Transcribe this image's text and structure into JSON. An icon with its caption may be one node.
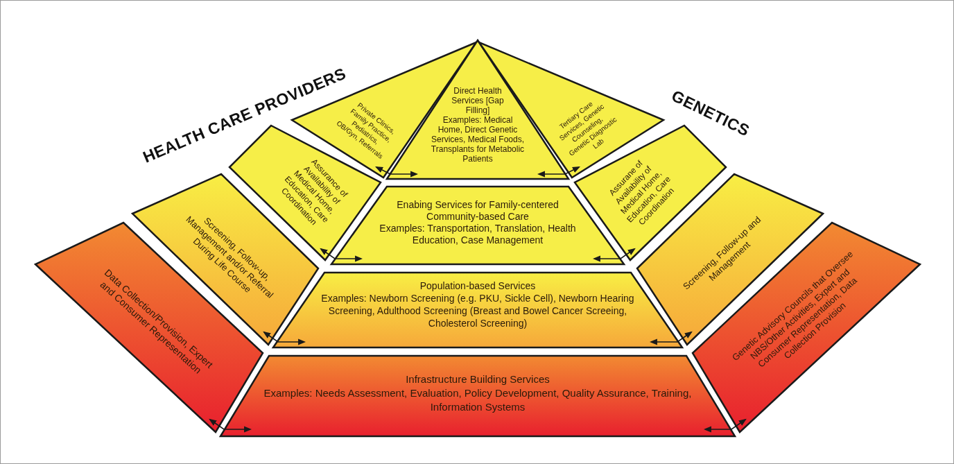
{
  "diagram": {
    "nodes": [
      {
        "text": [
          "Private Clinics, Family Practice, Pediatrics, OB/Gyn, Referrals"
        ]
      },
      {
        "text": [
          "Direct Health Services [Gap Filling]",
          "Examples: Medical Home, Direct Genetic Services, Medical Foods, Transplants for Metabolic Patients"
        ]
      },
      {
        "text": [
          "Tertiary Care Services, Genetic Counseling, Genetic Diagnostic Lab"
        ]
      },
      {
        "text": [
          "Assurance of Availability of Medical Home, Education, Care Coordination"
        ]
      },
      {
        "text": [
          "Enabing Services for Family-centered Community-based Care",
          "Examples: Transportation, Translation, Health Education, Case Management"
        ]
      },
      {
        "text": [
          "Assurane of Availability of Medical Home, Education, Care Coordination"
        ]
      },
      {
        "text": [
          "Screening, Follow-up, Management and/or Referral During Life Course"
        ]
      },
      {
        "text": [
          "Population-based Services",
          "Examples: Newborn Screening (e.g. PKU, Sickle Cell), Newborn Hearing Screening, Adulthood Screening (Breast and Bowel Cancer Screeing, Cholesterol Screening)"
        ]
      },
      {
        "text": [
          "Screening, Follow-up and Management"
        ]
      },
      {
        "text": [
          "Data Collection/Provision, Expert and Consumer Representation"
        ]
      },
      {
        "text": [
          "Infrastructure Building Services",
          "Examples: Needs Assessment, Evaluation, Policy Development, Quality Assurance, Training, Information Systems"
        ]
      },
      {
        "text": [
          "Genetic Advisory Councils that Oversee NBS/Other Activities, Expert and Consumer Representation, Data Collection Provision"
        ]
      }
    ],
    "edges": [
      {
        "from": 0,
        "to": 1,
        "arrow": "both"
      },
      {
        "from": 1,
        "to": 2,
        "arrow": "both"
      },
      {
        "from": 3,
        "to": 4,
        "arrow": "both"
      },
      {
        "from": 4,
        "to": 5,
        "arrow": "both"
      },
      {
        "from": 6,
        "to": 7,
        "arrow": "both"
      },
      {
        "from": 7,
        "to": 8,
        "arrow": "both"
      },
      {
        "from": 9,
        "to": 10,
        "arrow": "both"
      },
      {
        "from": 10,
        "to": 11,
        "arrow": "both"
      }
    ],
    "labels": [
      "HEALTH CARE PROVIDERS",
      "GENETICS"
    ]
  }
}
